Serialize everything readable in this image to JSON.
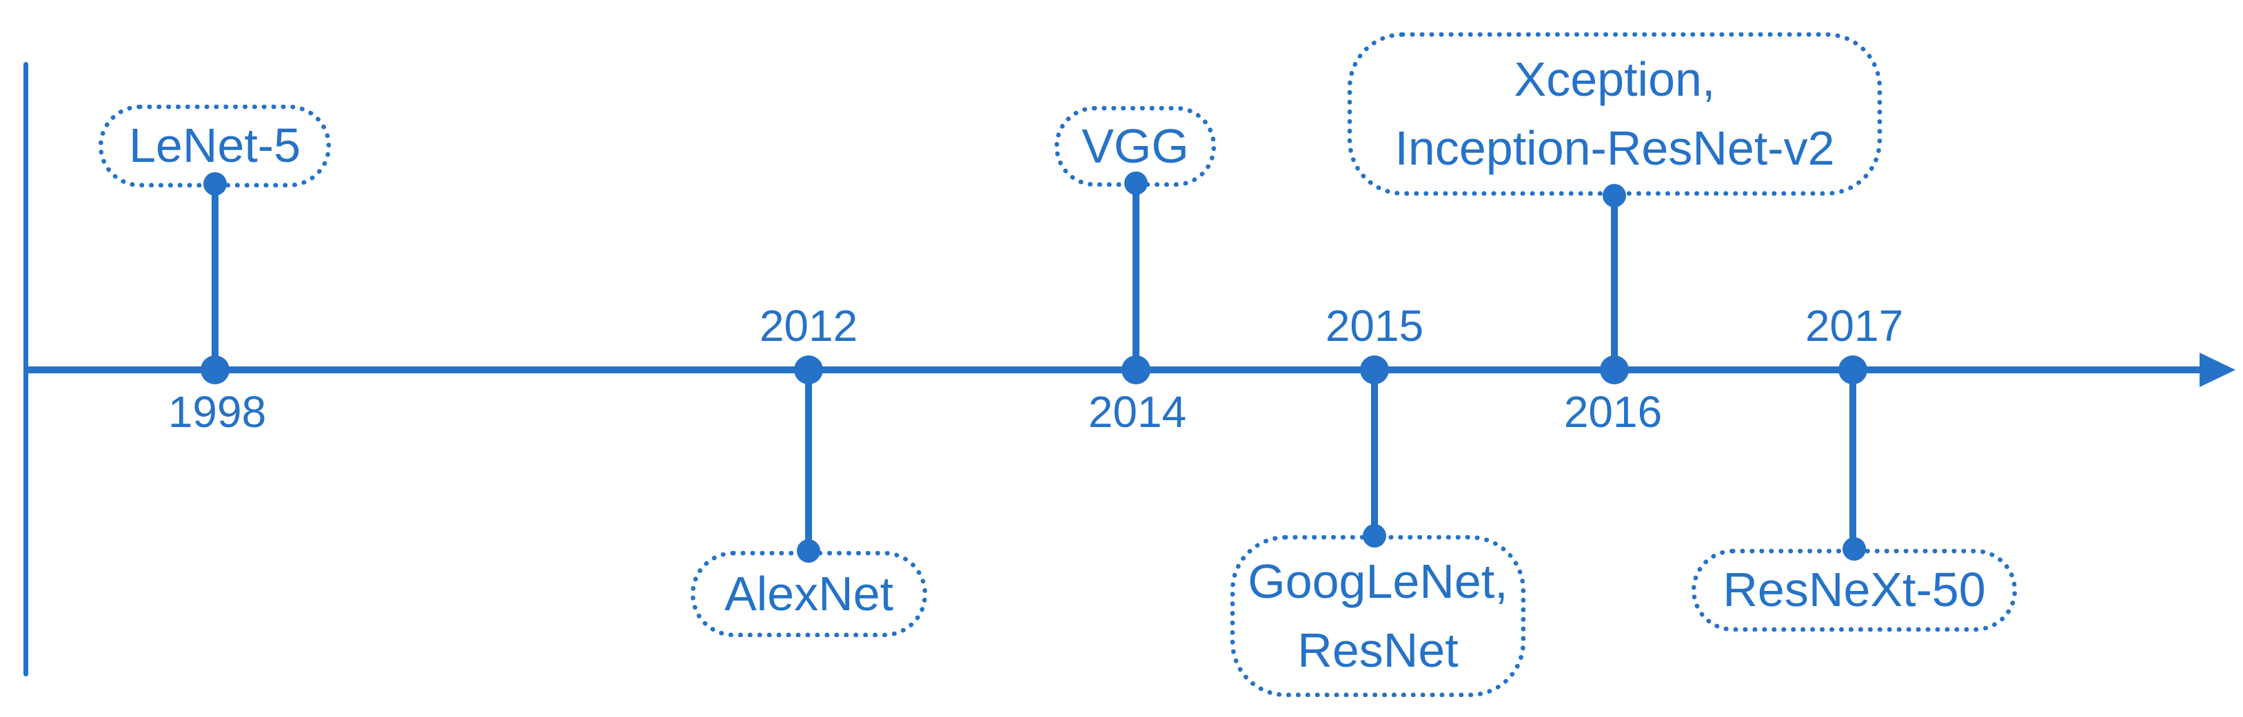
{
  "accent_color": "#2572C8",
  "background_color": "#FFFFFF",
  "timeline": {
    "type": "horizontal-timeline",
    "arrow_direction": "right",
    "events": [
      {
        "year": "1998",
        "label": "LeNet-5",
        "label_side": "above",
        "year_side": "below"
      },
      {
        "year": "2012",
        "label": "AlexNet",
        "label_side": "below",
        "year_side": "above"
      },
      {
        "year": "2014",
        "label": "VGG",
        "label_side": "above",
        "year_side": "below"
      },
      {
        "year": "2015",
        "label": "GoogLeNet,\nResNet",
        "label_side": "below",
        "year_side": "above"
      },
      {
        "year": "2016",
        "label": "Xception,\nInception-ResNet-v2",
        "label_side": "above",
        "year_side": "below"
      },
      {
        "year": "2017",
        "label": "ResNeXt-50",
        "label_side": "below",
        "year_side": "above"
      }
    ]
  }
}
